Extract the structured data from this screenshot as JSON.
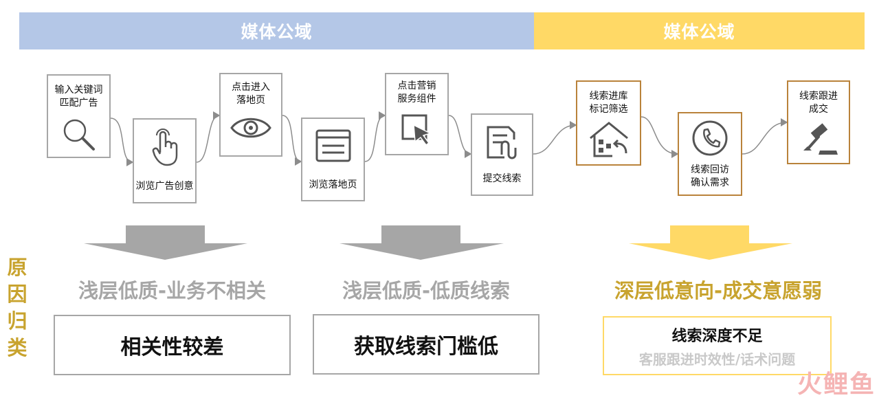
{
  "bands": {
    "left": "媒体公域",
    "right": "媒体公域"
  },
  "steps": [
    {
      "label": "输入关键词\n匹配广告",
      "icon": "magnifier-icon"
    },
    {
      "label": "浏览广告创意",
      "icon": "hand-touch-icon"
    },
    {
      "label": "点击进入\n落地页",
      "icon": "eye-icon"
    },
    {
      "label": "浏览落地页",
      "icon": "webpage-icon"
    },
    {
      "label": "点击营销\n服务组件",
      "icon": "cursor-click-icon"
    },
    {
      "label": "提交线索",
      "icon": "form-submit-icon"
    },
    {
      "label": "线索进库\n标记筛选",
      "icon": "house-database-icon"
    },
    {
      "label": "线索回访\n确认需求",
      "icon": "phone-icon"
    },
    {
      "label": "线索跟进\n成交",
      "icon": "gavel-icon"
    }
  ],
  "side_label": "原因归类",
  "reasons": [
    {
      "title": "浅层低质-业务不相关",
      "box": "相关性较差"
    },
    {
      "title": "浅层低质-低质线索",
      "box": "获取线索门槛低"
    },
    {
      "title": "深层低意向-成交意愿弱",
      "box": "线索深度不足",
      "box_sub": "客服跟进时效性/话术问题"
    }
  ],
  "colors": {
    "blue_band": "#b4c7e7",
    "gold_band": "#ffd966",
    "gray_border": "#a6a6a6",
    "gold_border": "#b9823a",
    "gold_text": "#c8a32e"
  },
  "watermark": "火鲤鱼"
}
